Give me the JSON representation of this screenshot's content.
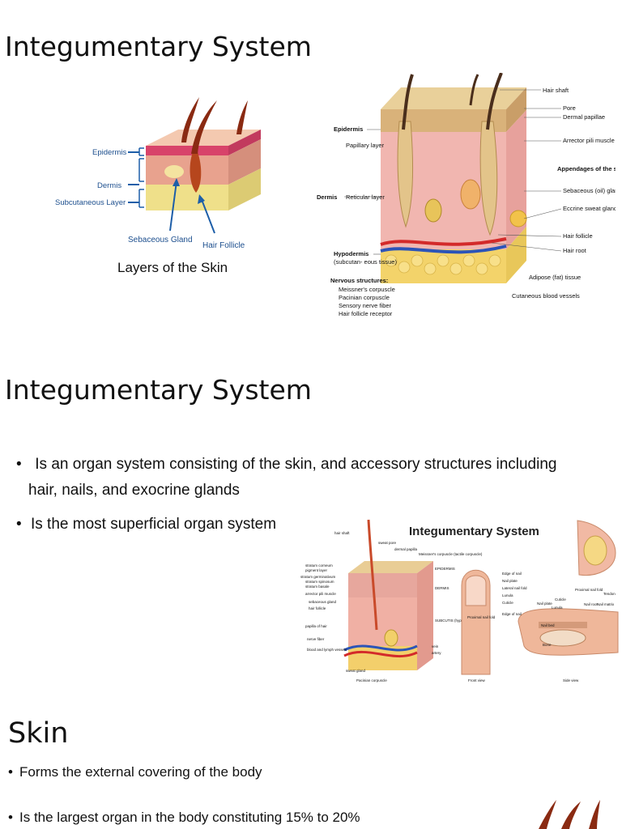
{
  "slide1": {
    "title": "Integumentary System",
    "fig_left": {
      "epidermis": "Epidermis",
      "dermis": "Dermis",
      "subcutaneous": "Subcutaneous Layer",
      "sebaceous": "Sebaceous Gland",
      "follicle": "Hair Follicle",
      "caption": "Layers of the Skin"
    },
    "fig_right": {
      "epidermis": "Epidermis",
      "papillary": "Papillary layer",
      "dermis": "Dermis",
      "reticular": "Reticular layer",
      "hypodermis": "Hypodermis",
      "hypo_sub": "(subcutan- eous tissue)",
      "nervous": "Nervous structures:",
      "meissner": "Meissner's corpuscle",
      "pacinian": "Pacinian corpuscle",
      "sensory": "Sensory nerve fiber",
      "follicle_receptor": "Hair follicle receptor",
      "hair_shaft": "Hair shaft",
      "pore": "Pore",
      "dermal_papillae": "Dermal papillae",
      "arrector": "Arrector pili muscle",
      "appendages": "Appendages of the skin:",
      "sebaceous": "Sebaceous (oil) gland",
      "eccrine": "Eccrine sweat gland",
      "hair_follicle": "Hair follicle",
      "hair_root": "Hair root",
      "adipose": "Adipose (fat) tissue",
      "cutaneous": "Cutaneous blood vessels"
    }
  },
  "slide2": {
    "title": "Integumentary System",
    "bullets": [
      " Is an organ system consisting of the skin, and accessory structures including",
      "hair, nails, and exocrine glands",
      "Is the most superficial organ system"
    ],
    "figure_title": "Integumentary System",
    "labels": {
      "hair_shaft": "hair shaft",
      "sweat_pore": "sweat pore",
      "dermal_papilla": "dermal papilla",
      "meissner": "Meissner's corpuscle (tactile corpuscle)",
      "epidermis": "EPIDERMIS",
      "dermis": "DERMIS",
      "subcutis": "SUBCUTIS (hypodermis)",
      "corneum": "stratum corneum",
      "pigment": "pigment layer",
      "germinativum": "stratum germinativum",
      "spinosum": "stratum spinosum",
      "basale": "stratum basale",
      "arrector": "arrector pili muscle",
      "sebaceous": "sebaceous gland",
      "follicle": "hair follicle",
      "papilla": "papilla of hair",
      "nerve": "nerve fiber",
      "blood": "blood and lymph vessels",
      "vein": "vein",
      "artery": "artery",
      "sweat_gland": "sweat gland",
      "pacinian": "Pacinian corpuscle",
      "edge_nail": "Edge of nail",
      "nail_plate": "Nail plate",
      "lateral_fold": "Lateral nail fold",
      "lunula": "Lunula",
      "cuticle": "Cuticle",
      "proximal_fold": "Proximal nail fold",
      "front_view": "Front view",
      "side_view": "Side view",
      "side_proximal": "Proximal nail fold",
      "side_cuticle": "Cuticle",
      "tendon": "Tendon",
      "side_nail_plate": "Nail plate",
      "side_lunula": "Lunula",
      "nail_root": "Nail root",
      "nail_matrix": "Nail matrix",
      "side_edge": "Edge of nail",
      "nail_bed": "Nail bed",
      "bone": "Bone"
    }
  },
  "slide3": {
    "title": "Skin",
    "bullets": [
      "Forms the external covering of the body",
      "Is the largest organ in the body constituting 15% to 20%"
    ]
  }
}
